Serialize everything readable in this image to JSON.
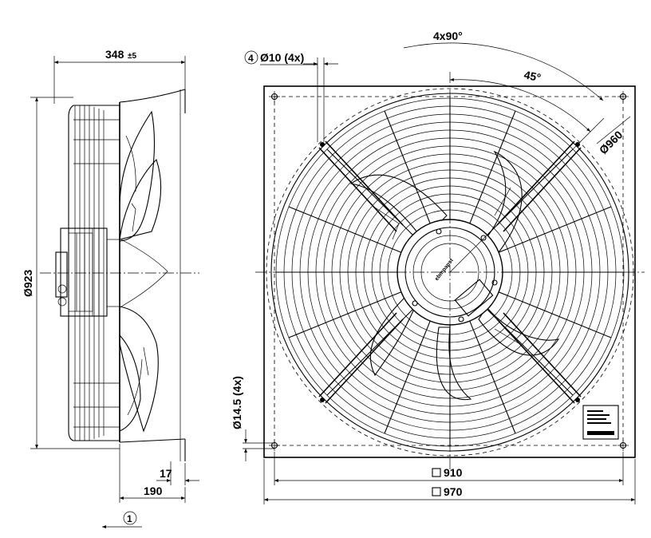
{
  "dimensions": {
    "depth": "348",
    "depth_tol": "±5",
    "side_diameter": "Ø923",
    "flange_thickness": "17",
    "flange_offset": "190",
    "hole_callout": "Ø10 (4x)",
    "hole_callout_ref": "4",
    "mount_hole": "Ø14.5 (4x)",
    "hole_spacing": "910",
    "plate_size": "970",
    "angle_spacing": "4x90°",
    "angle_offset": "45°",
    "pitch_diameter": "Ø960"
  },
  "notes": {
    "airflow_ref": "1"
  },
  "labels": {
    "hub_logo": "ebmpapst"
  },
  "colors": {
    "line": "#000000",
    "background": "#ffffff"
  }
}
